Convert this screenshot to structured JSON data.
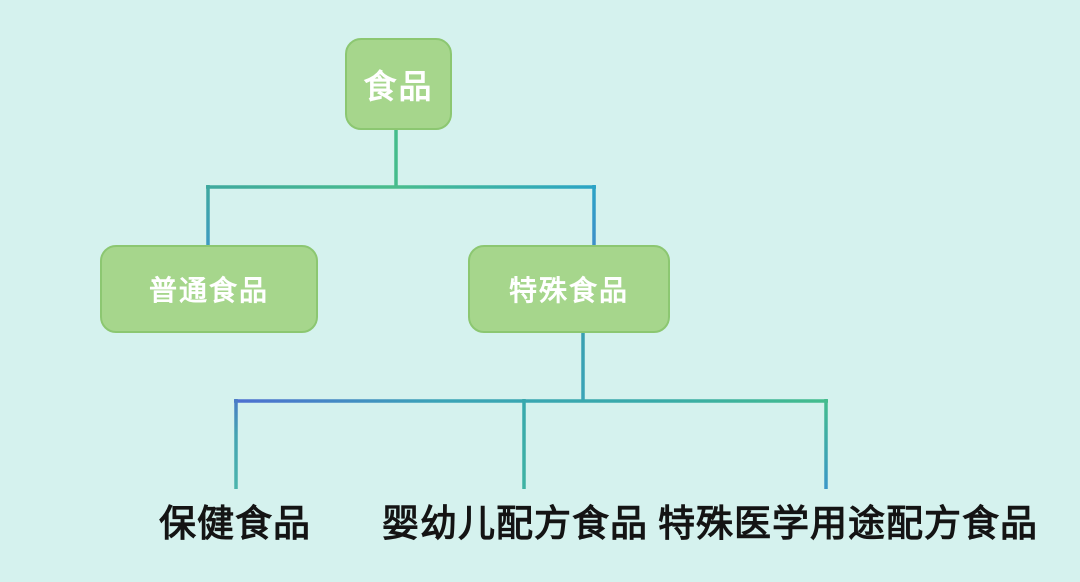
{
  "diagram": {
    "type": "tree",
    "root": {
      "label": "食品"
    },
    "children": [
      {
        "label": "普通食品",
        "children": []
      },
      {
        "label": "特殊食品",
        "children": [
          {
            "label": "保健食品"
          },
          {
            "label": "婴幼儿配方食品"
          },
          {
            "label": "特殊医学用途配方食品"
          }
        ]
      }
    ]
  },
  "colors": {
    "background": "#d5f2ee",
    "node_fill": "#a6d68c",
    "node_border": "#8cc771",
    "node_text": "#ffffff",
    "leaf_text": "#141414",
    "line_green": "#45bc8c",
    "line_teal": "#38a8ad",
    "line_blue": "#4e6fd1"
  }
}
